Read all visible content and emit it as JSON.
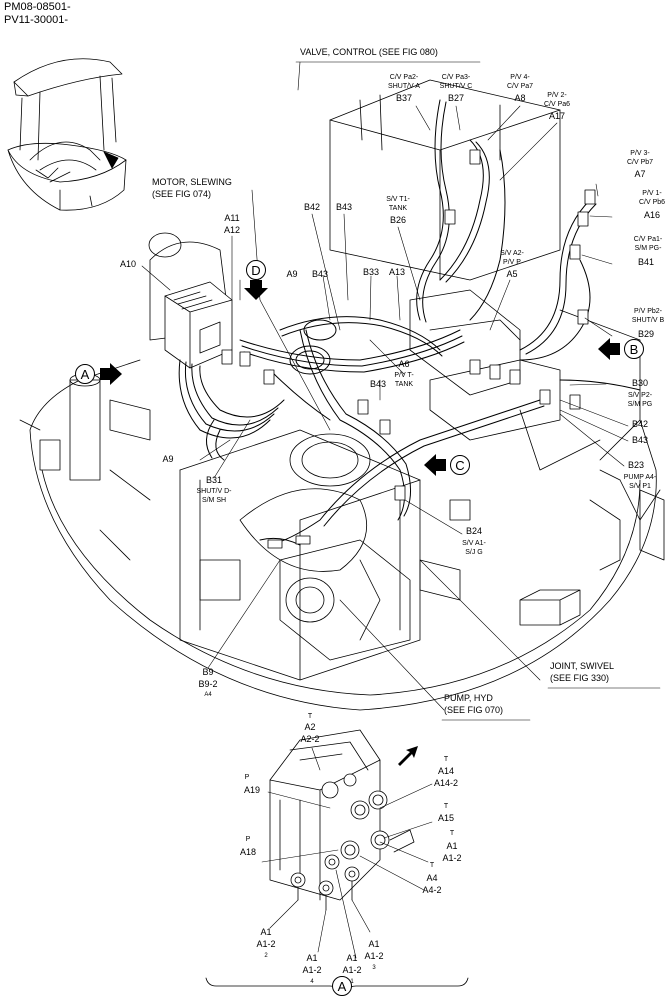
{
  "header": {
    "line1": "PM08-08501-",
    "line2": "PV11-30001-"
  },
  "callouts": {
    "valve_control": [
      "VALVE, CONTROL (SEE FIG 080)"
    ],
    "motor_slewing": [
      "MOTOR, SLEWING",
      "(SEE FIG 074)"
    ],
    "joint_swivel": [
      "JOINT, SWIVEL",
      "(SEE FIG 330)"
    ],
    "pump_hyd": [
      "PUMP, HYD",
      "(SEE FIG 070)"
    ]
  },
  "labels": {
    "cv_pa2": [
      "C/V Pa2-",
      "SHUT/V A"
    ],
    "b37": "B37",
    "cv_pa3": [
      "C/V Pa3-",
      "SHUT/V C"
    ],
    "b27": "B27",
    "pv4": [
      "P/V 4-",
      "C/V Pa7"
    ],
    "a8": "A8",
    "pv2": [
      "P/V 2-",
      "C/V Pa6"
    ],
    "a17": "A17",
    "pv3": [
      "P/V 3-",
      "C/V Pb7"
    ],
    "a7": "A7",
    "pv1": [
      "P/V 1-",
      "C/V Pb6"
    ],
    "a16": "A16",
    "cv_pa1": [
      "C/V Pa1-",
      "S/M PG-"
    ],
    "b41": "B41",
    "pv_pb2": [
      "P/V Pb2-",
      "SHUT/V B"
    ],
    "b29": "B29",
    "sv_t1": [
      "S/V T1-",
      "TANK"
    ],
    "b26": "B26",
    "sv_a2": [
      "S/V A2-",
      "P/V P"
    ],
    "a5": "A5",
    "a11": "A11",
    "a12": "A12",
    "a10": "A10",
    "b42_top": "B42",
    "b43_top": "B43",
    "a9_top": "A9",
    "b43_mid": "B43",
    "b33": "B33",
    "a13": "A13",
    "a6": "A6",
    "pv_t": [
      "P/V T-",
      "TANK"
    ],
    "b43_low": "B43",
    "b30": "B30",
    "sv_p2": [
      "S/V P2-",
      "S/M PG"
    ],
    "b42_right": "B42",
    "b43_right": "B43",
    "b23": "B23",
    "pump_a4": [
      "PUMP A4-",
      "S/V P1"
    ],
    "a9_low": "A9",
    "b31": "B31",
    "shut_vd": [
      "SHUT/V D-",
      "S/M SH"
    ],
    "b24": "B24",
    "sv_a1": [
      "S/V A1-",
      "S/J G"
    ],
    "b9": "B9",
    "b9_2": "B9-2",
    "a4_small": "A4"
  },
  "view_markers": {
    "a": "A",
    "b": "B",
    "c": "C",
    "d": "D"
  },
  "detail_a": {
    "t1": "T",
    "a2": "A2",
    "a2_2": "A2-2",
    "p1": "P",
    "a19": "A19",
    "t2": "T",
    "a14": "A14",
    "a14_2": "A14-2",
    "t3": "T",
    "a15": "A15",
    "t4": "T",
    "a1_r": "A1",
    "a1_2_r": "A1-2",
    "p2": "P",
    "a18": "A18",
    "t5": "T",
    "a4": "A4",
    "a4_2": "A4-2",
    "a1_l": "A1",
    "a1_2_l": "A1-2",
    "n2": "2",
    "a1_m": "A1",
    "a1_2_m": "A1-2",
    "n4": "4",
    "a1_c": "A1",
    "a1_2_c": "A1-2",
    "n1": "1",
    "a1_rr": "A1",
    "a1_2_rr": "A1-2",
    "n3": "3",
    "marker": "A"
  }
}
